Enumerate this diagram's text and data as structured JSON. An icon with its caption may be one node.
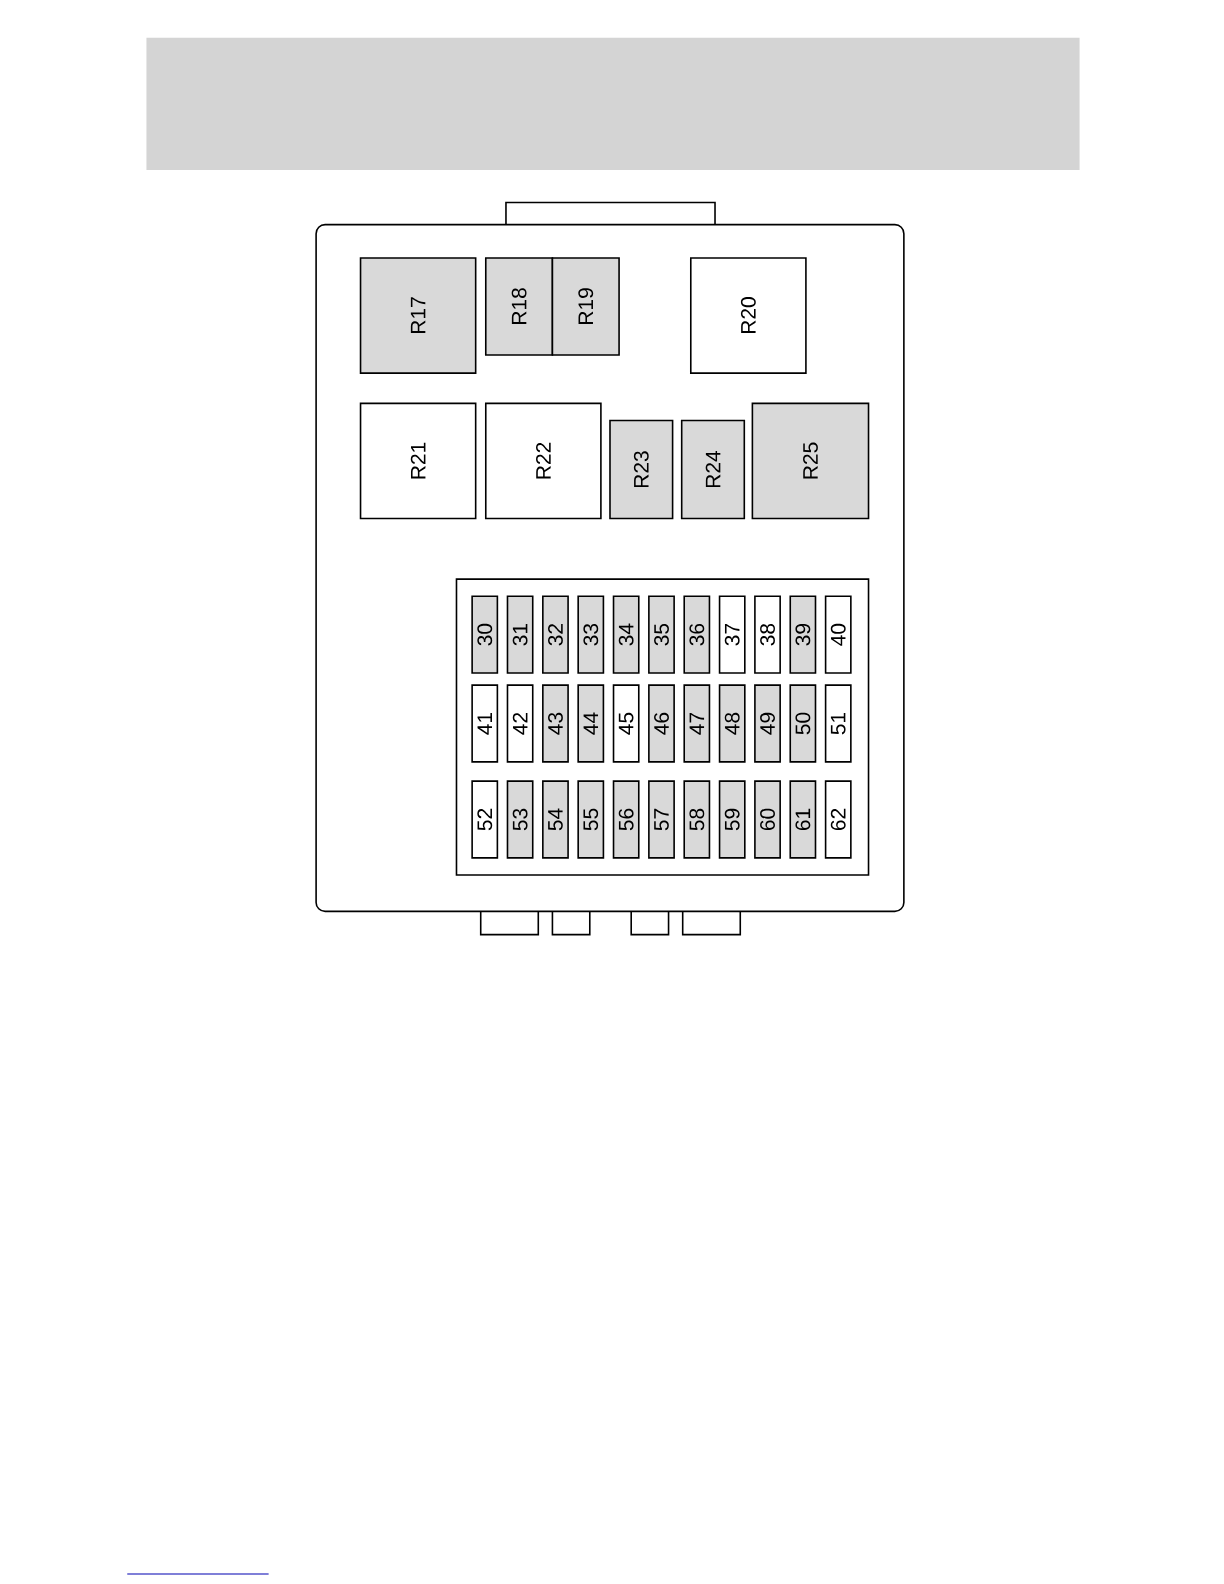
{
  "diagram": {
    "nodes": [
      {
        "text": [],
        "shape": "box"
      },
      {
        "text": [
          "R17"
        ],
        "in": 0
      },
      {
        "text": [
          "R18"
        ],
        "in": 0
      },
      {
        "text": [
          "R19"
        ],
        "in": 0
      },
      {
        "text": [
          "R20"
        ],
        "in": 0
      },
      {
        "text": [
          "R21"
        ],
        "in": 0
      },
      {
        "text": [
          "R22"
        ],
        "in": 0
      },
      {
        "text": [
          "R23"
        ],
        "in": 0
      },
      {
        "text": [
          "R24"
        ],
        "in": 0
      },
      {
        "text": [
          "R25"
        ],
        "in": 0
      },
      {
        "text": [],
        "shape": "box",
        "in": 0
      },
      {
        "text": [
          "30"
        ],
        "in": 10
      },
      {
        "text": [
          "31"
        ],
        "in": 10
      },
      {
        "text": [
          "32"
        ],
        "in": 10
      },
      {
        "text": [
          "33"
        ],
        "in": 10
      },
      {
        "text": [
          "34"
        ],
        "in": 10
      },
      {
        "text": [
          "35"
        ],
        "in": 10
      },
      {
        "text": [
          "36"
        ],
        "in": 10
      },
      {
        "text": [
          "37"
        ],
        "in": 10
      },
      {
        "text": [
          "38"
        ],
        "in": 10
      },
      {
        "text": [
          "39"
        ],
        "in": 10
      },
      {
        "text": [
          "40"
        ],
        "in": 10
      },
      {
        "text": [
          "41"
        ],
        "in": 10
      },
      {
        "text": [
          "42"
        ],
        "in": 10
      },
      {
        "text": [
          "43"
        ],
        "in": 10
      },
      {
        "text": [
          "44"
        ],
        "in": 10
      },
      {
        "text": [
          "45"
        ],
        "in": 10
      },
      {
        "text": [
          "46"
        ],
        "in": 10
      },
      {
        "text": [
          "47"
        ],
        "in": 10
      },
      {
        "text": [
          "48"
        ],
        "in": 10
      },
      {
        "text": [
          "49"
        ],
        "in": 10
      },
      {
        "text": [
          "50"
        ],
        "in": 10
      },
      {
        "text": [
          "51"
        ],
        "in": 10
      },
      {
        "text": [
          "52"
        ],
        "in": 10
      },
      {
        "text": [
          "53"
        ],
        "in": 10
      },
      {
        "text": [
          "54"
        ],
        "in": 10
      },
      {
        "text": [
          "55"
        ],
        "in": 10
      },
      {
        "text": [
          "56"
        ],
        "in": 10
      },
      {
        "text": [
          "57"
        ],
        "in": 10
      },
      {
        "text": [
          "58"
        ],
        "in": 10
      },
      {
        "text": [
          "59"
        ],
        "in": 10
      },
      {
        "text": [
          "60"
        ],
        "in": 10
      },
      {
        "text": [
          "61"
        ],
        "in": 10
      },
      {
        "text": [
          "62"
        ],
        "in": 10
      }
    ]
  }
}
